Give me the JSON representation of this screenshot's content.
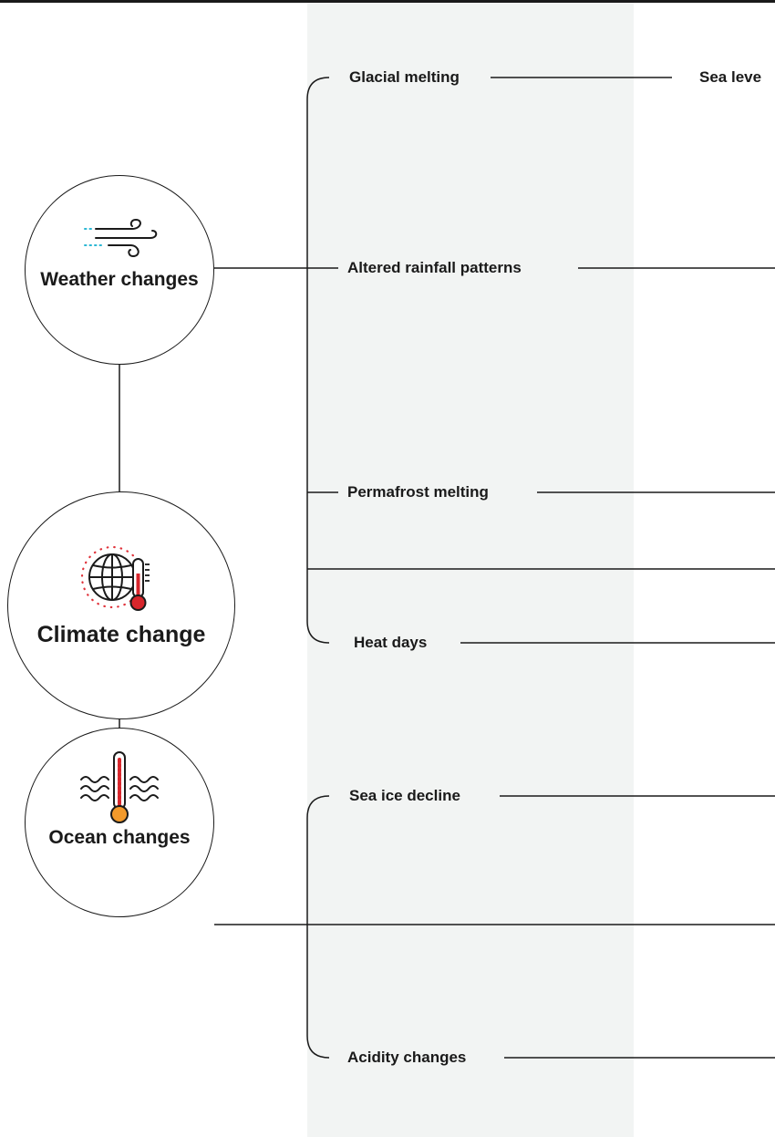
{
  "colors": {
    "line": "#1a1a1a",
    "band": "#f2f4f3",
    "wind_accent": "#2bb7d4",
    "thermo_red": "#d8262c",
    "thermo_orange": "#f39a2b",
    "dots_red": "#e0323a"
  },
  "nodes": {
    "weather": {
      "label": "Weather changes",
      "icon": "wind-icon"
    },
    "climate": {
      "label": "Climate change",
      "icon": "globe-thermometer-icon"
    },
    "ocean": {
      "label": "Ocean changes",
      "icon": "waves-thermometer-icon"
    }
  },
  "effects": {
    "glacial": "Glacial melting",
    "sea_level": "Sea leve",
    "rainfall": "Altered rainfall patterns",
    "permafrost": "Permafrost melting",
    "heat": "Heat days",
    "sea_ice": "Sea ice decline",
    "acidity": "Acidity changes"
  }
}
